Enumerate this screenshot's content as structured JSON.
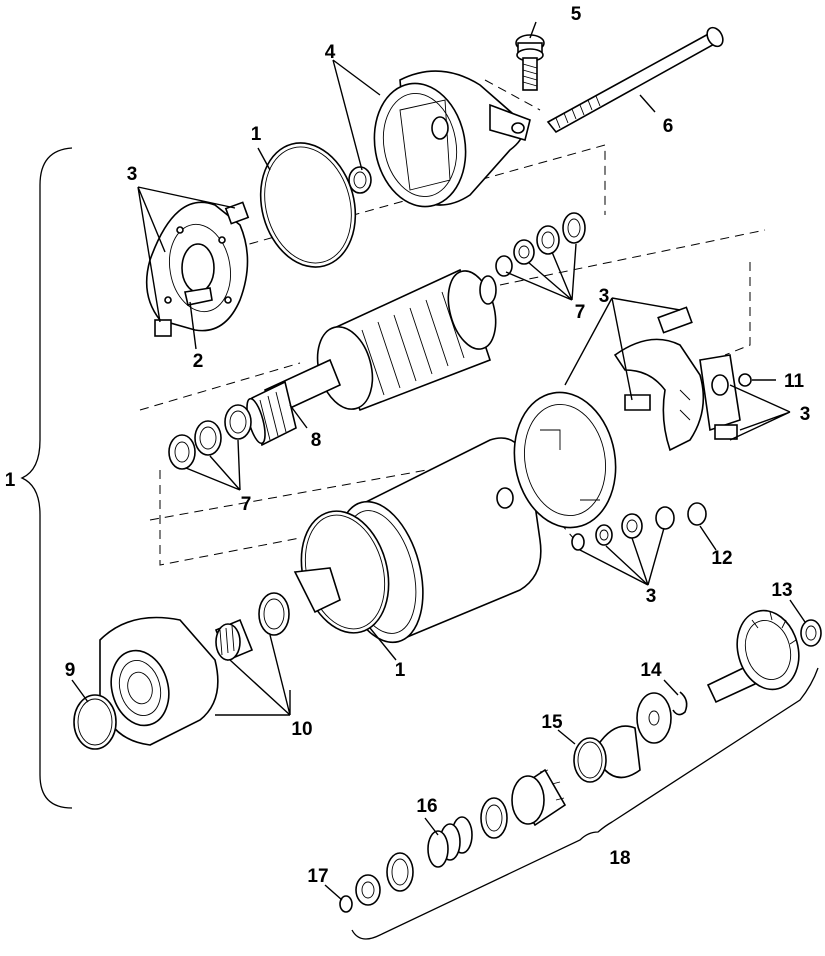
{
  "diagram": {
    "callouts": {
      "c1_assembly": "1",
      "c1_oring_top": "1",
      "c1_oring_bottom": "1",
      "c2": "2",
      "c3_brush_plate": "3",
      "c3_brush_top": "3",
      "c3_brush_right": "3",
      "c3_washers": "3",
      "c4": "4",
      "c5": "5",
      "c6": "6",
      "c7_top": "7",
      "c7_left": "7",
      "c8": "8",
      "c9": "9",
      "c10": "10",
      "c11": "11",
      "c12": "12",
      "c13": "13",
      "c14": "14",
      "c15": "15",
      "c16": "16",
      "c17": "17",
      "c18": "18"
    }
  }
}
